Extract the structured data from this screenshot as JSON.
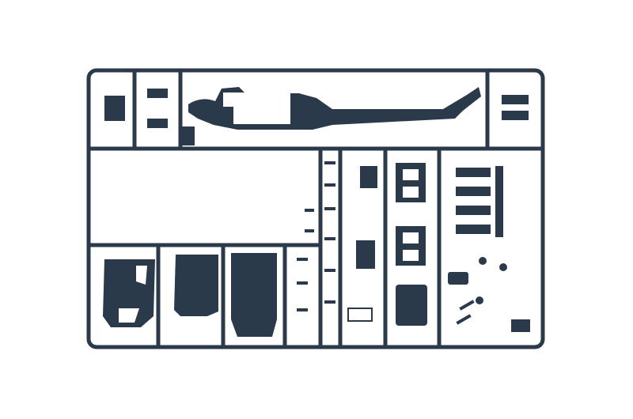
{
  "colors": {
    "background": "#ffffff",
    "plastic": "#2b3a4a"
  },
  "icons": [
    "helicopter-fuselage-half",
    "canopy-panel",
    "floor-panel",
    "cabin-floor",
    "seat-frame",
    "rotor-blade-sprue-part",
    "door-panel"
  ]
}
